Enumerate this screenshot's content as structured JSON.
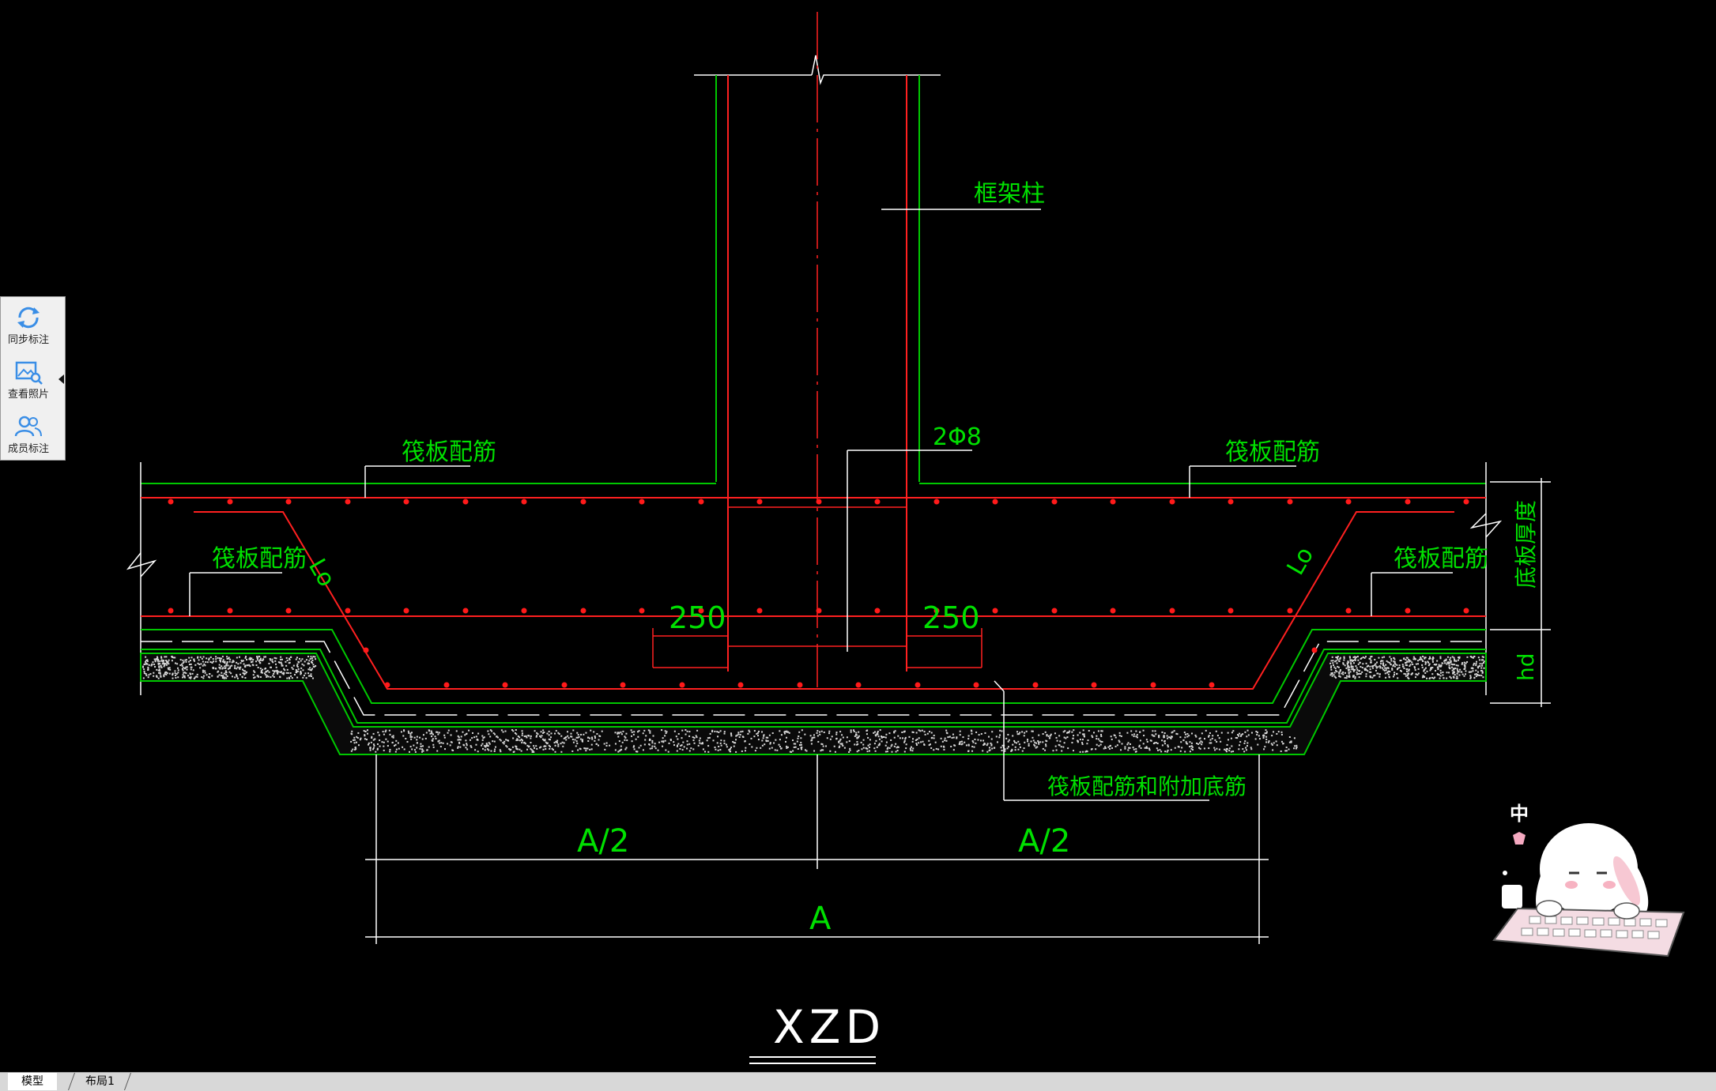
{
  "sidebar": {
    "items": [
      {
        "label": "同步标注",
        "icon": "sync-icon"
      },
      {
        "label": "查看照片",
        "icon": "photo-search-icon"
      },
      {
        "label": "成员标注",
        "icon": "members-icon"
      }
    ]
  },
  "drawing": {
    "labels": {
      "column": "框架柱",
      "stirrup": "2Φ8",
      "raft_top_left": "筏板配筋",
      "raft_top_right": "筏板配筋",
      "raft_mid_left": "筏板配筋",
      "raft_mid_right": "筏板配筋",
      "lo_left": "Lo",
      "lo_right": "Lo",
      "dim_250_left": "250",
      "dim_250_right": "250",
      "thickness": "底板厚度",
      "hd": "hd",
      "bottom_rebar": "筏板配筋和附加底筋",
      "half_left": "A/2",
      "half_right": "A/2",
      "full": "A",
      "title": "XZD"
    },
    "colors": {
      "rebar": "#ff1a1a",
      "outline": "#00c800",
      "text": "#00e000",
      "dimension": "#ffffff"
    }
  },
  "tabs": [
    {
      "label": "模型",
      "active": true
    },
    {
      "label": "布局1",
      "active": false
    }
  ],
  "overlay": {
    "ime_mode": "中"
  }
}
